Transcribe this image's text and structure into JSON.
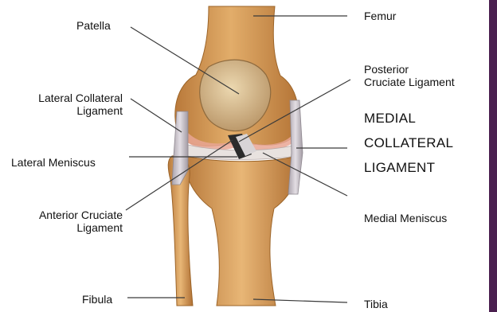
{
  "labels": {
    "femur": "Femur",
    "patella": "Patella",
    "posterior_cruciate": [
      "Posterior",
      "Cruciate Ligament"
    ],
    "lateral_collateral": [
      "Lateral Collateral",
      "Ligament"
    ],
    "medial_collateral": [
      "MEDIAL",
      "COLLATERAL",
      "LIGAMENT"
    ],
    "lateral_meniscus": "Lateral Meniscus",
    "anterior_cruciate": [
      "Anterior Cruciate",
      "Ligament"
    ],
    "medial_meniscus": "Medial Meniscus",
    "fibula": "Fibula",
    "tibia": "Tibia"
  },
  "colors": {
    "bone": "#d49a55",
    "bone_light": "#e6b878",
    "bone_dark": "#a86a2c",
    "patella": "#dcc49a",
    "cartilage": "#e8a090",
    "ligament": "#c9c3c8",
    "leader_line": "#3a3a3a",
    "right_bar": "#4a1f4f"
  }
}
